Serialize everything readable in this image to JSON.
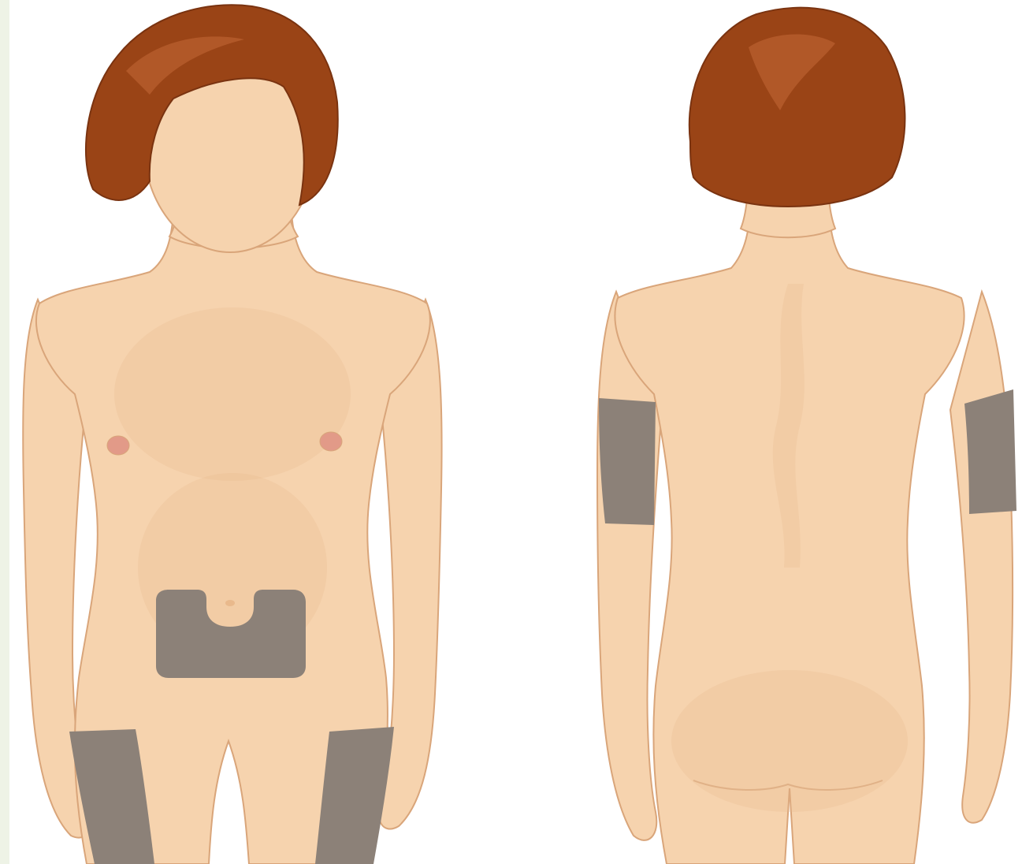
{
  "illustration": {
    "views": [
      {
        "id": "front",
        "label": ""
      },
      {
        "id": "back",
        "label": ""
      }
    ],
    "injection_sites": {
      "front": [
        "abdomen",
        "left-thigh",
        "right-thigh"
      ],
      "back": [
        "left-upper-arm",
        "right-upper-arm"
      ]
    },
    "colors": {
      "background": "#ffffff",
      "edge_strip": "#eef3e6",
      "skin": "#f6d3ae",
      "skin_shadow": "#e9b98c",
      "skin_outline": "#d9a57a",
      "hair": "#9a4416",
      "hair_dark": "#7a3310",
      "hair_highlight": "#c26636",
      "site_marker": "#8c8178",
      "nipple": "#e29a88"
    }
  }
}
